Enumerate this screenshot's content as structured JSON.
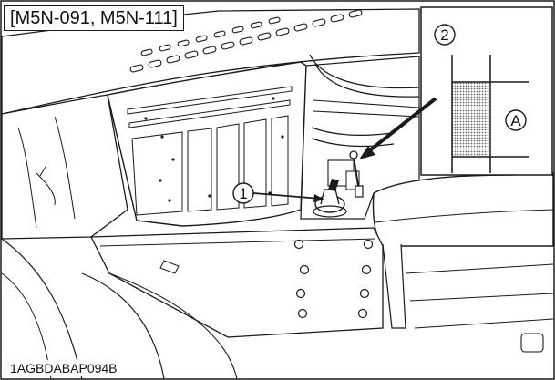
{
  "model_label": "[M5N-091, M5N-111]",
  "figure_code": "1AGBDABAP094B",
  "callouts": {
    "part_1": "1",
    "part_2": "2",
    "level_a": "A"
  },
  "colors": {
    "line": "#1a1a1a",
    "background": "#ffffff",
    "oil_level_fill": "#9a9a9a"
  }
}
